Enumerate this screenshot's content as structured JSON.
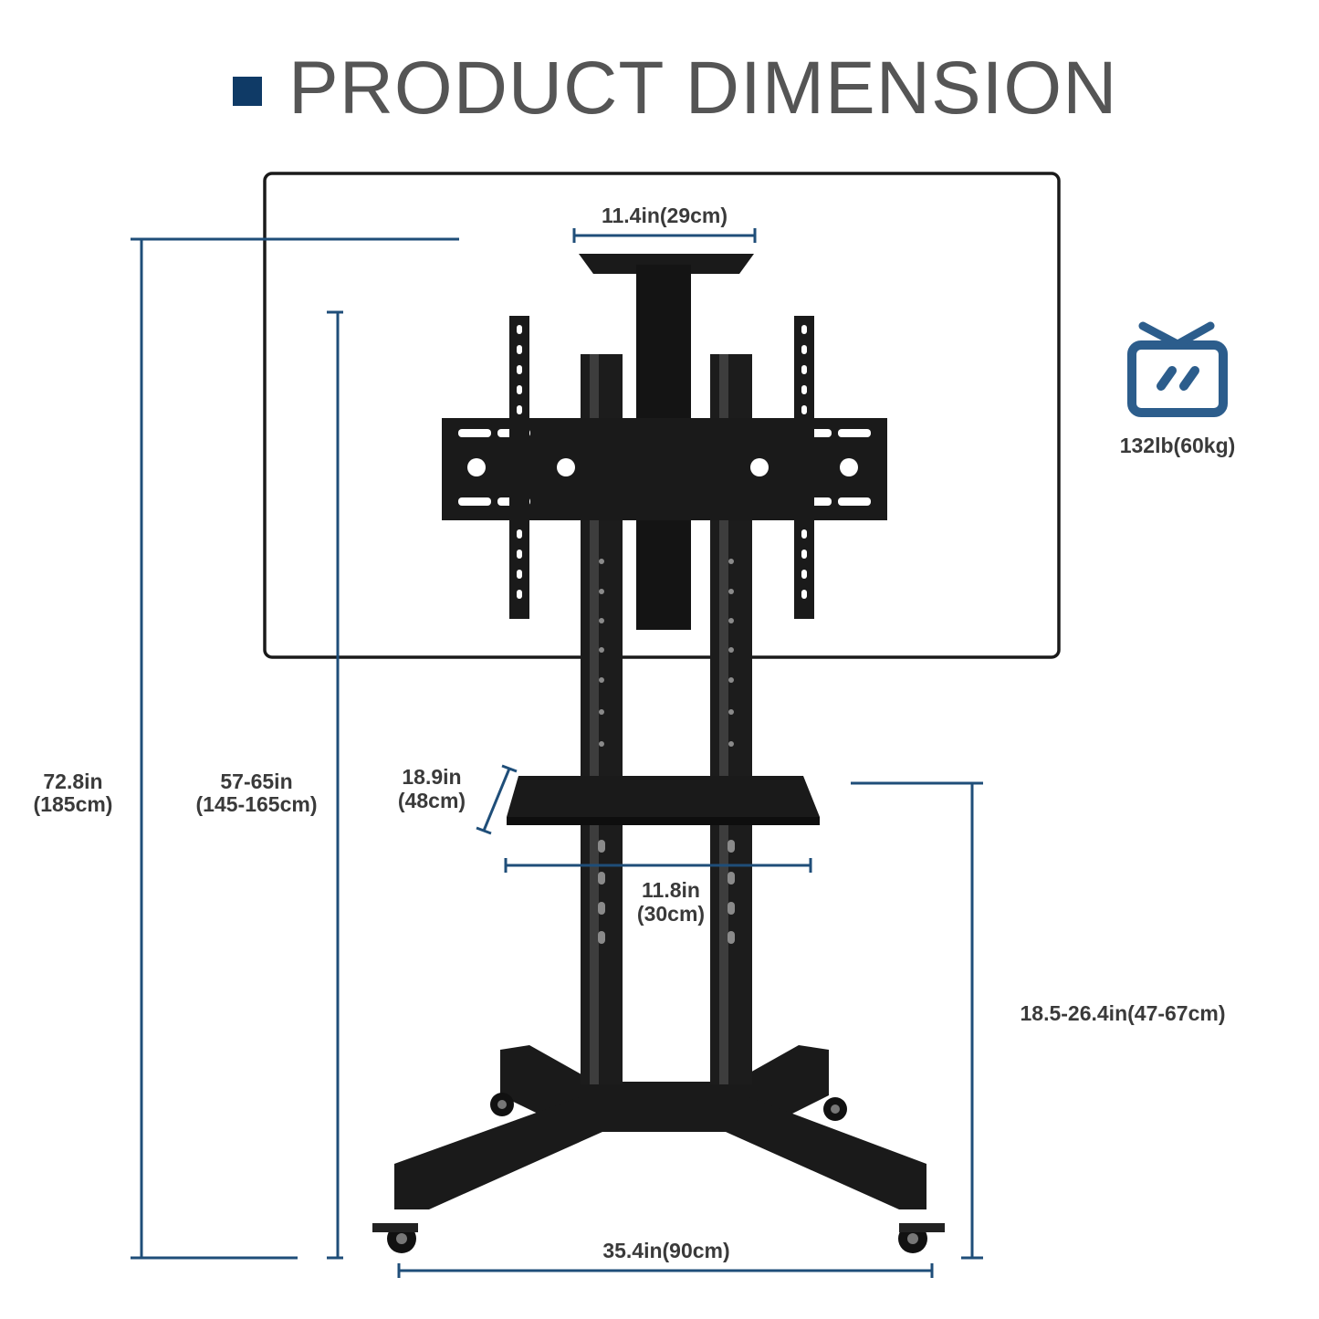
{
  "title": "PRODUCT DIMENSION",
  "colors": {
    "accent": "#0f3a66",
    "dimension_line": "#1f4e79",
    "text": "#3a3a3a",
    "title_text": "#555555",
    "stand": "#151515"
  },
  "icons": {
    "title_marker": "square-bullet-icon",
    "weight": "tv-icon"
  },
  "dimensions": {
    "plate_width": "11.4in(29cm)",
    "overall_height_in": "72.8in",
    "overall_height_cm": "(185cm)",
    "mount_height_in": "57-65in",
    "mount_height_cm": "(145-165cm)",
    "shelf_depth_in": "18.9in",
    "shelf_depth_cm": "(48cm)",
    "shelf_width_in": "11.8in",
    "shelf_width_cm": "(30cm)",
    "shelf_height": "18.5-26.4in(47-67cm)",
    "base_width": "35.4in(90cm)"
  },
  "weight_capacity": "132lb(60kg)"
}
